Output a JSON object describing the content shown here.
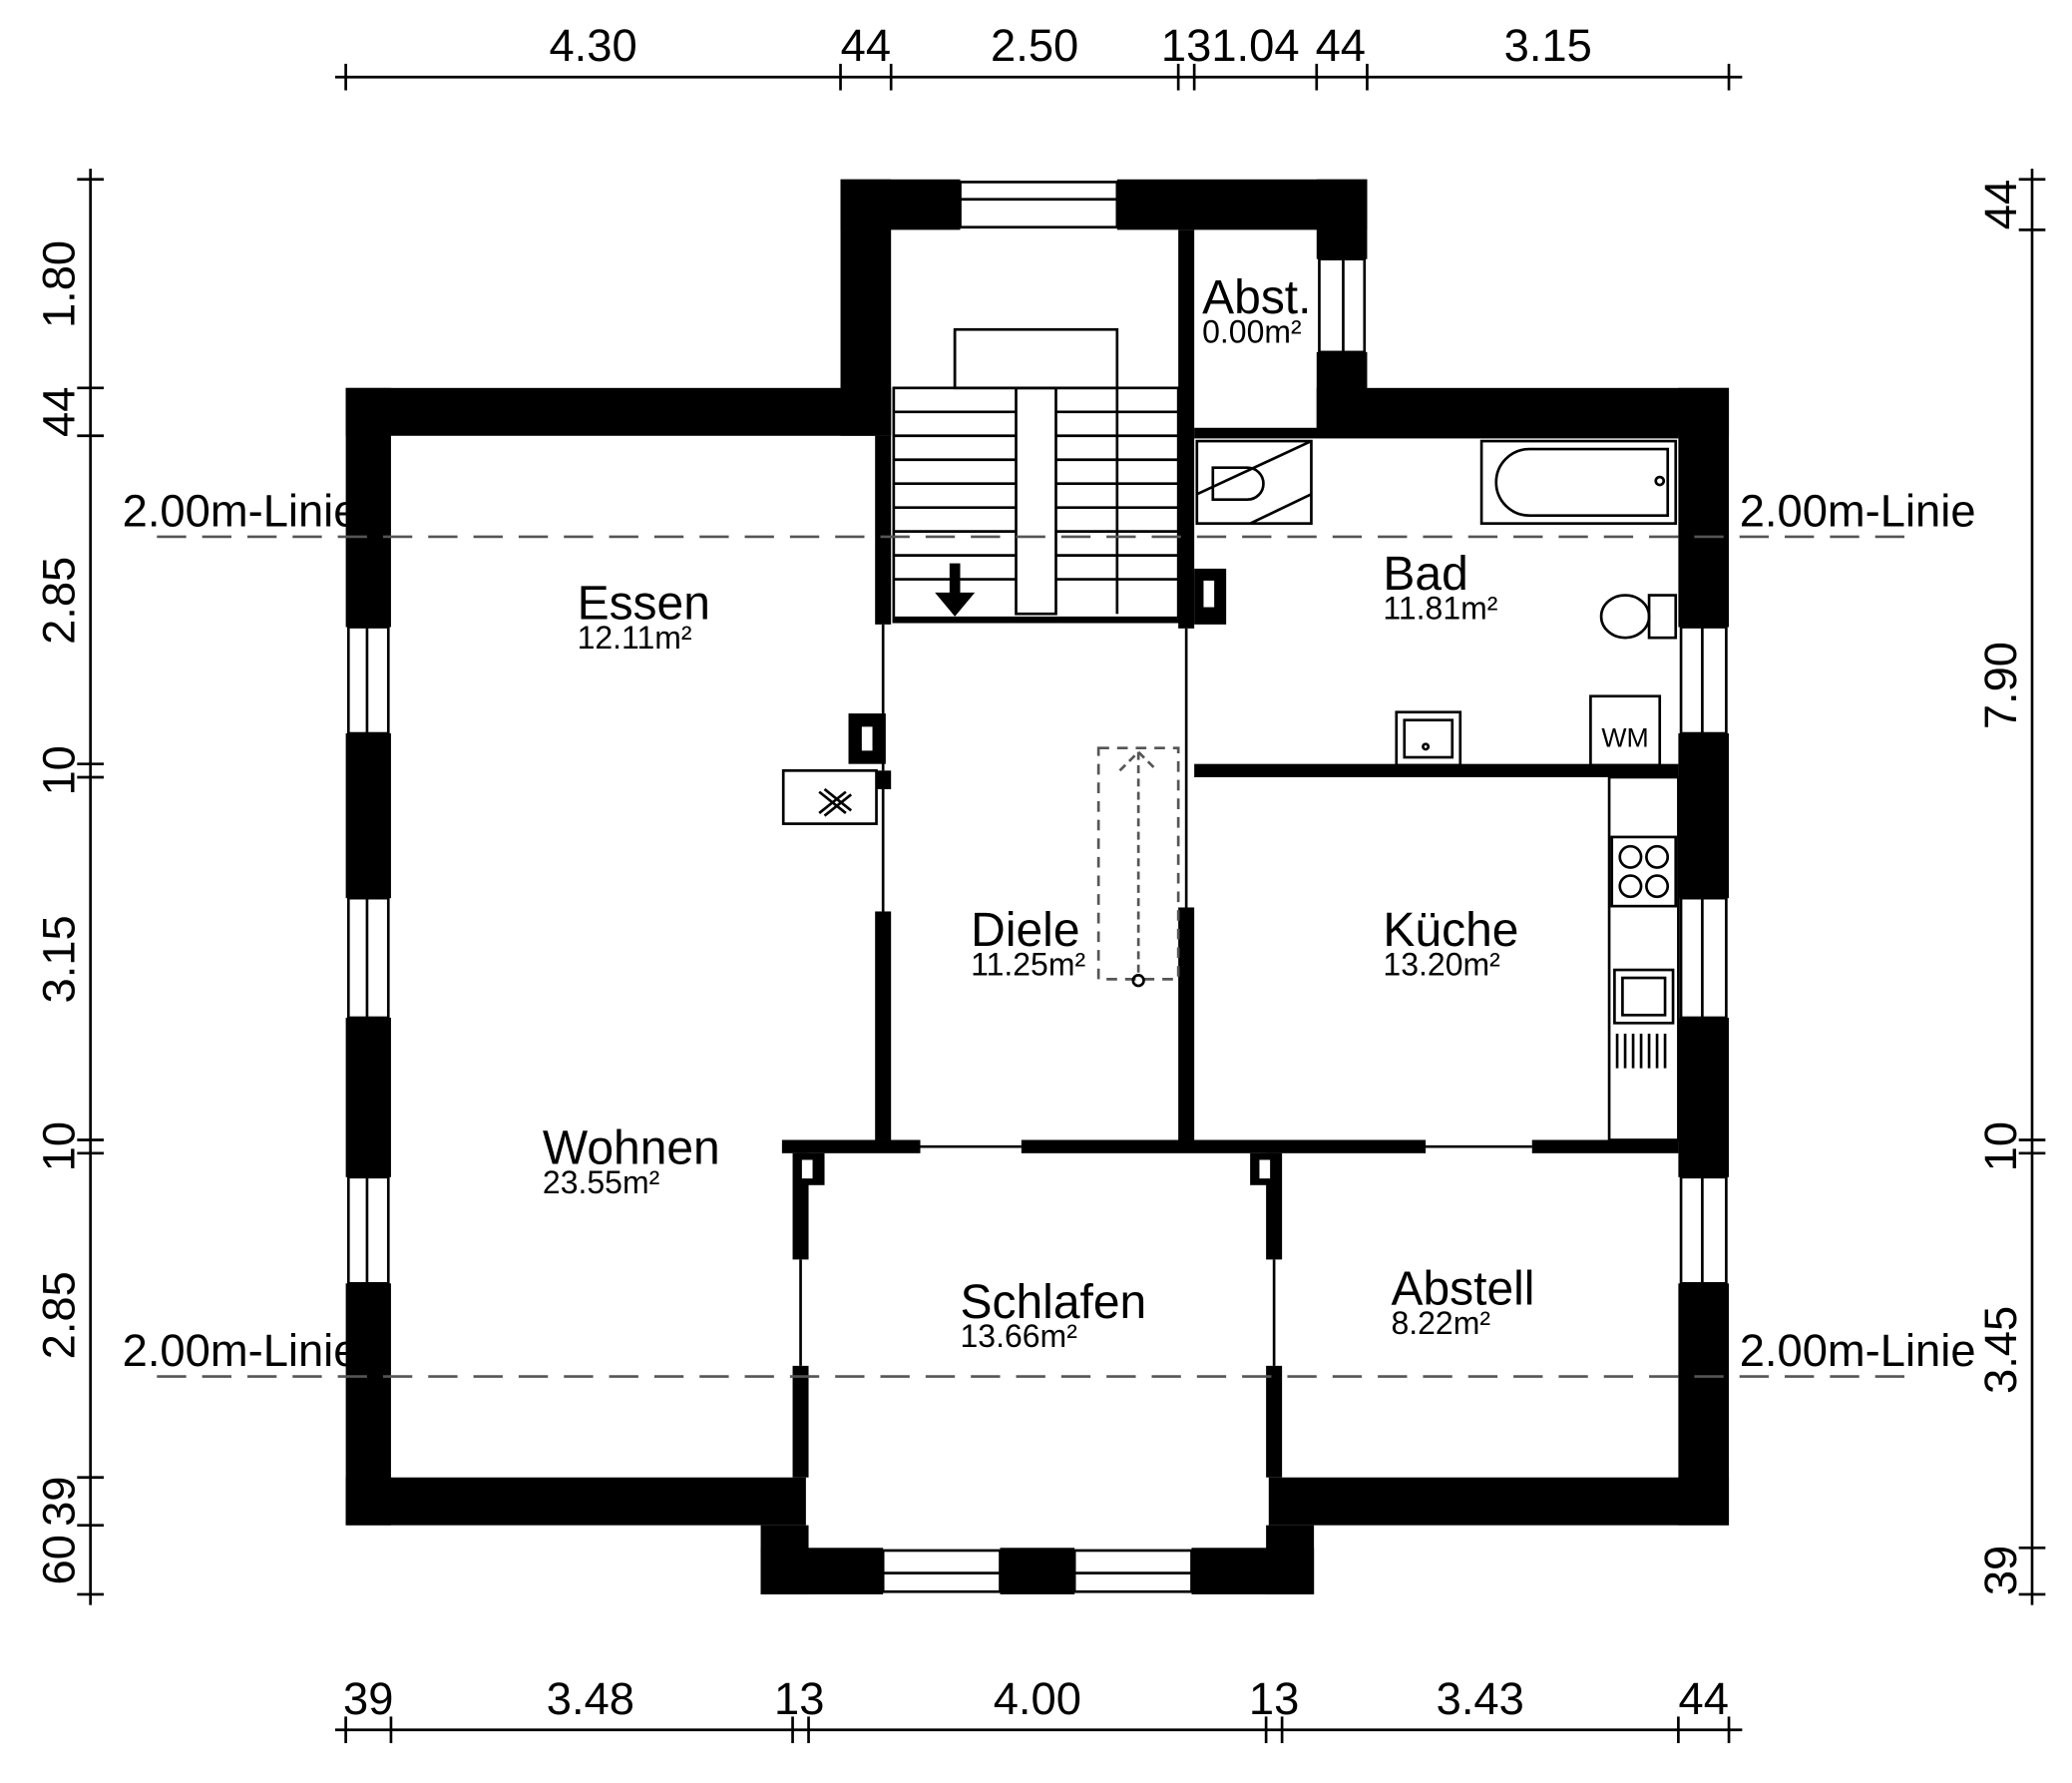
{
  "plan": {
    "dims_top": [
      "4.30",
      "44",
      "2.50",
      "13",
      "1.04",
      "44",
      "3.15"
    ],
    "dims_bottom": [
      "39",
      "3.48",
      "13",
      "4.00",
      "13",
      "3.43",
      "44"
    ],
    "dims_left": [
      "1.80",
      "44",
      "2.85",
      "10",
      "3.15",
      "10",
      "2.85",
      "39",
      "60"
    ],
    "dims_right": [
      "44",
      "7.90",
      "10",
      "3.45",
      "39"
    ],
    "height_line_label": "2.00m-Linie",
    "rooms": {
      "essen": {
        "name": "Essen",
        "area": "12.11m²"
      },
      "wohnen": {
        "name": "Wohnen",
        "area": "23.55m²"
      },
      "diele": {
        "name": "Diele",
        "area": "11.25m²"
      },
      "abst": {
        "name": "Abst.",
        "area": "0.00m²"
      },
      "bad": {
        "name": "Bad",
        "area": "11.81m²"
      },
      "kueche": {
        "name": "Küche",
        "area": "13.20m²"
      },
      "schlafen": {
        "name": "Schlafen",
        "area": "13.66m²"
      },
      "abstell": {
        "name": "Abstell",
        "area": "8.22m²"
      }
    },
    "appliance_wm": "WM"
  }
}
